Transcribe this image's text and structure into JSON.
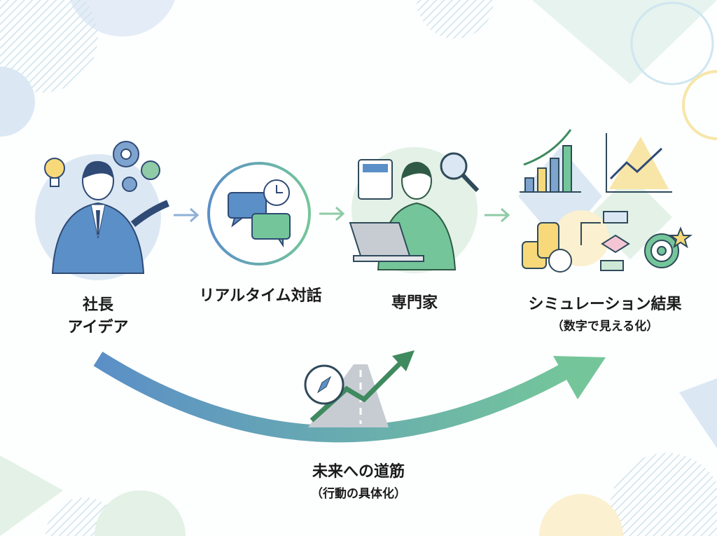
{
  "steps": [
    {
      "line1": "社長",
      "line2": "アイデア"
    },
    {
      "line1": "リアルタイム対話"
    },
    {
      "line1": "専門家"
    },
    {
      "line1": "シミュレーション結果",
      "line2": "（数字で見える化）"
    }
  ],
  "path": {
    "title": "未来への道筋",
    "subtitle": "（行動の具体化）"
  },
  "colors": {
    "blue": "#5b8fc7",
    "green": "#6cbf8f",
    "navy": "#2f4a75",
    "bg_blue": "#dbe8f4",
    "bg_green": "#e3f1e6"
  }
}
